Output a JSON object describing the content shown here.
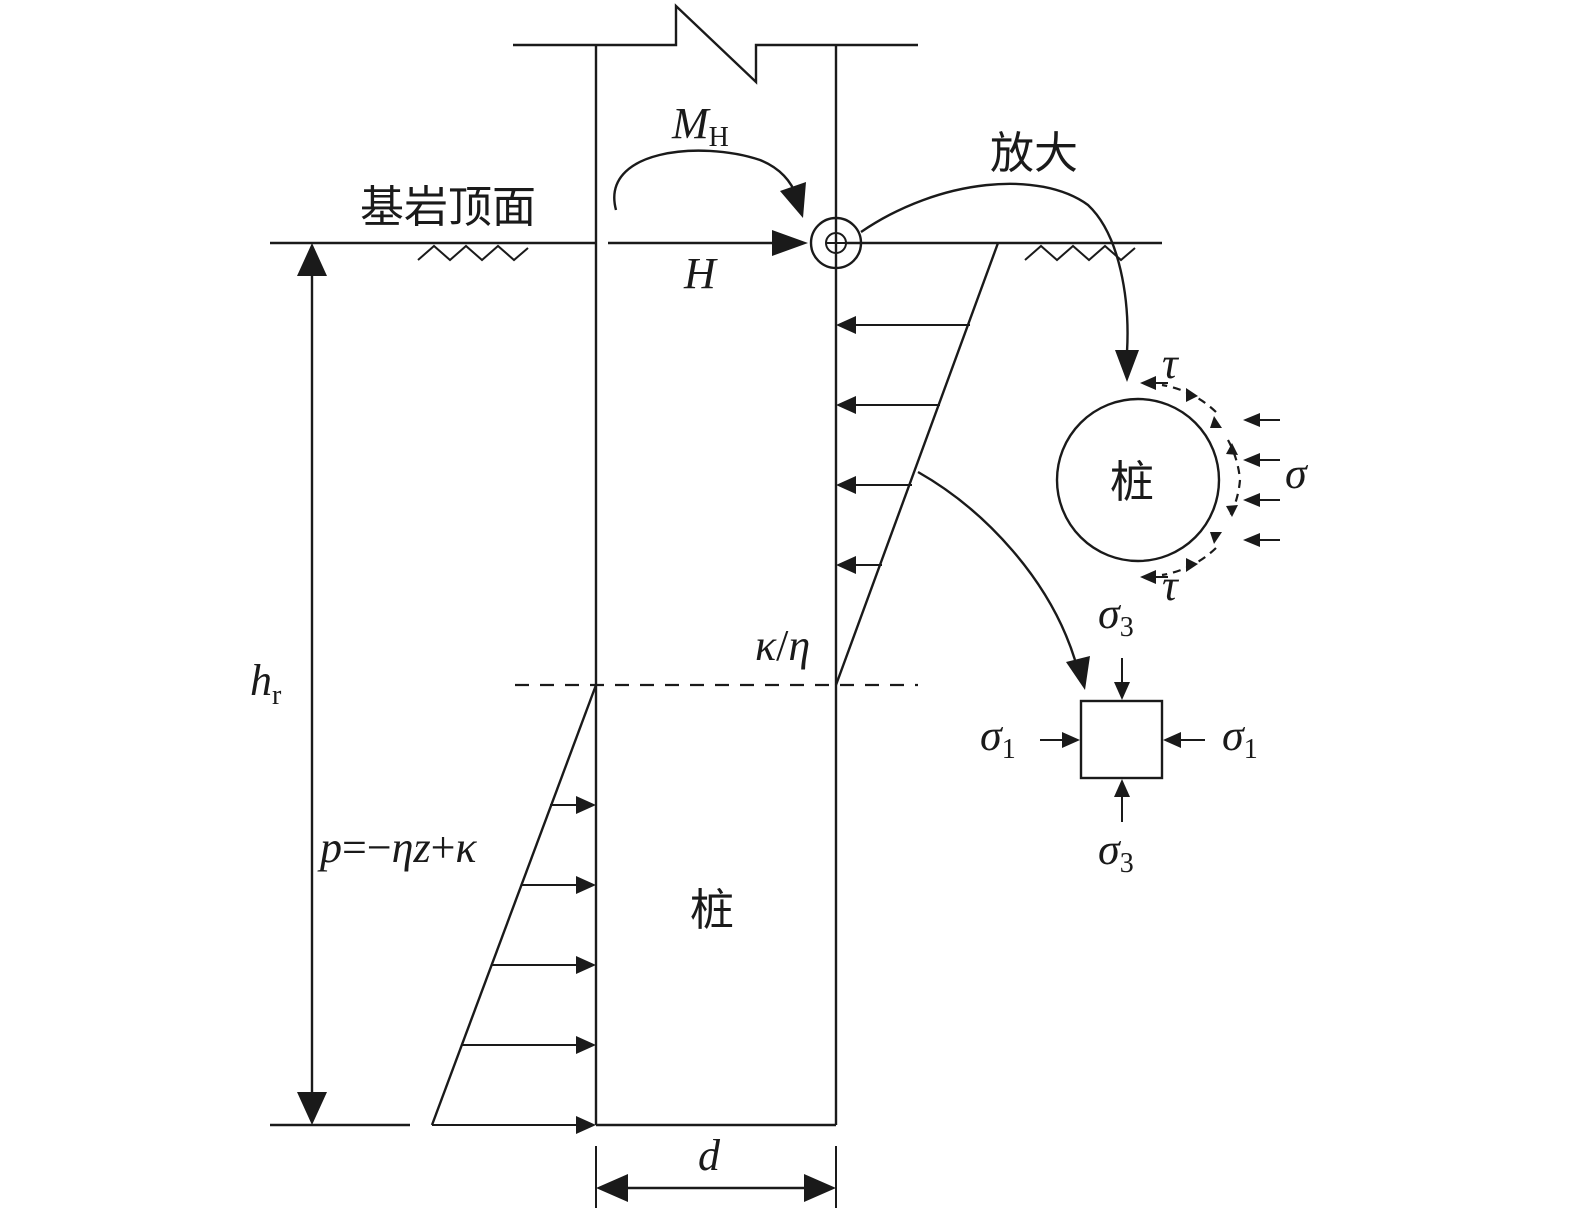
{
  "labels": {
    "bedrock_surface": "基岩顶面",
    "enlarge": "放大",
    "pile_main": "桩",
    "pile_circle": "桩",
    "moment_M": "M",
    "moment_sub": "H",
    "force_H": "H",
    "h": "h",
    "h_sub": "r",
    "d": "d",
    "pressure_p": "p",
    "pressure_eq": "=−",
    "pressure_eta": "η",
    "pressure_z": "z",
    "pressure_plus": "+",
    "pressure_kappa": "κ",
    "ratio_kappa": "κ",
    "ratio_slash": "/",
    "ratio_eta": "η",
    "tau_top": "τ",
    "tau_bottom": "τ",
    "sigma": "σ",
    "sigma1_left": "σ",
    "sigma1_left_sub": "1",
    "sigma1_right": "σ",
    "sigma1_right_sub": "1",
    "sigma3_top": "σ",
    "sigma3_top_sub": "3",
    "sigma3_bottom": "σ",
    "sigma3_bottom_sub": "3"
  }
}
